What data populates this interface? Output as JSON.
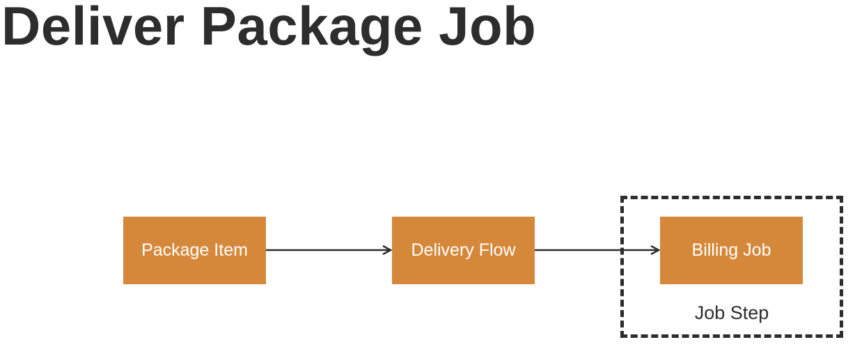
{
  "title": "Deliver Package Job",
  "diagram": {
    "nodes": [
      {
        "id": "package",
        "label": "Package Item"
      },
      {
        "id": "delivery",
        "label": "Delivery Flow"
      },
      {
        "id": "billing",
        "label": "Billing Job"
      }
    ],
    "edges": [
      {
        "from": "package",
        "to": "delivery"
      },
      {
        "from": "delivery",
        "to": "billing"
      }
    ],
    "group": {
      "label": "Job Step",
      "contains": [
        "billing"
      ]
    },
    "colors": {
      "node_fill": "#d6883a",
      "node_text": "#ffffff",
      "line": "#2d2d2d",
      "title": "#2d2d2d"
    }
  }
}
